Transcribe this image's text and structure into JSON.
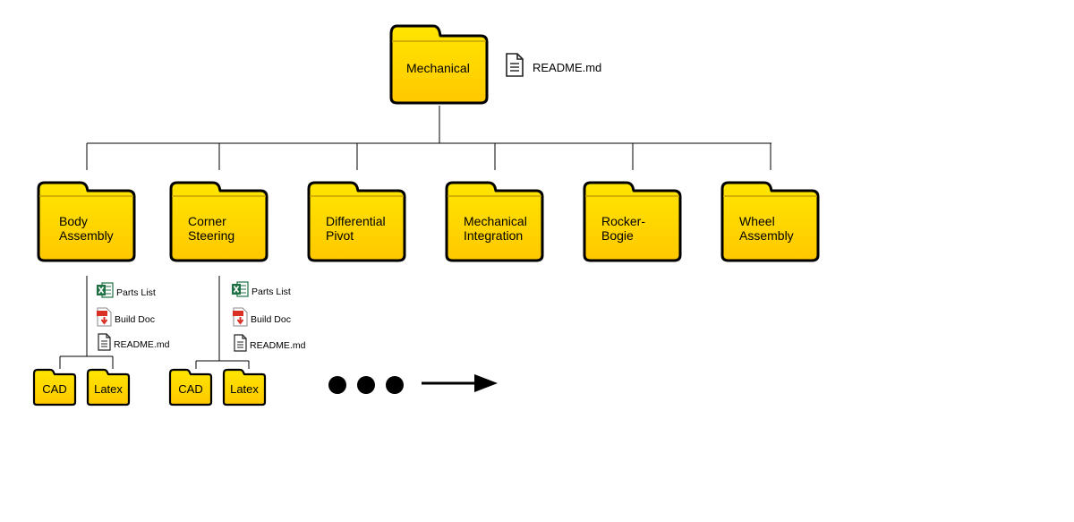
{
  "root": {
    "folder": "Mechanical",
    "file": "README.md",
    "file_icon": "document-icon"
  },
  "subsystems": [
    {
      "label_line1": "Body",
      "label_line2": "Assembly"
    },
    {
      "label_line1": "Corner",
      "label_line2": "Steering"
    },
    {
      "label_line1": "Differential",
      "label_line2": "Pivot"
    },
    {
      "label_line1": "Mechanical",
      "label_line2": "Integration"
    },
    {
      "label_line1": "Rocker-",
      "label_line2": "Bogie"
    },
    {
      "label_line1": "Wheel",
      "label_line2": "Assembly"
    }
  ],
  "expanded": [
    {
      "parent": "Body Assembly",
      "files": [
        {
          "name": "Parts List",
          "icon": "spreadsheet-icon"
        },
        {
          "name": "Build Doc",
          "icon": "pdf-icon"
        },
        {
          "name": "README.md",
          "icon": "document-icon"
        }
      ],
      "folders": [
        "CAD",
        "Latex"
      ]
    },
    {
      "parent": "Corner Steering",
      "files": [
        {
          "name": "Parts List",
          "icon": "spreadsheet-icon"
        },
        {
          "name": "Build Doc",
          "icon": "pdf-icon"
        },
        {
          "name": "README.md",
          "icon": "document-icon"
        }
      ],
      "folders": [
        "CAD",
        "Latex"
      ]
    }
  ],
  "continuation": {
    "icon": "ellipsis-dots",
    "arrow": "arrow-right-icon"
  },
  "colors": {
    "folder_fill": "#ffd400",
    "folder_outline": "#000000",
    "line": "#000000"
  }
}
